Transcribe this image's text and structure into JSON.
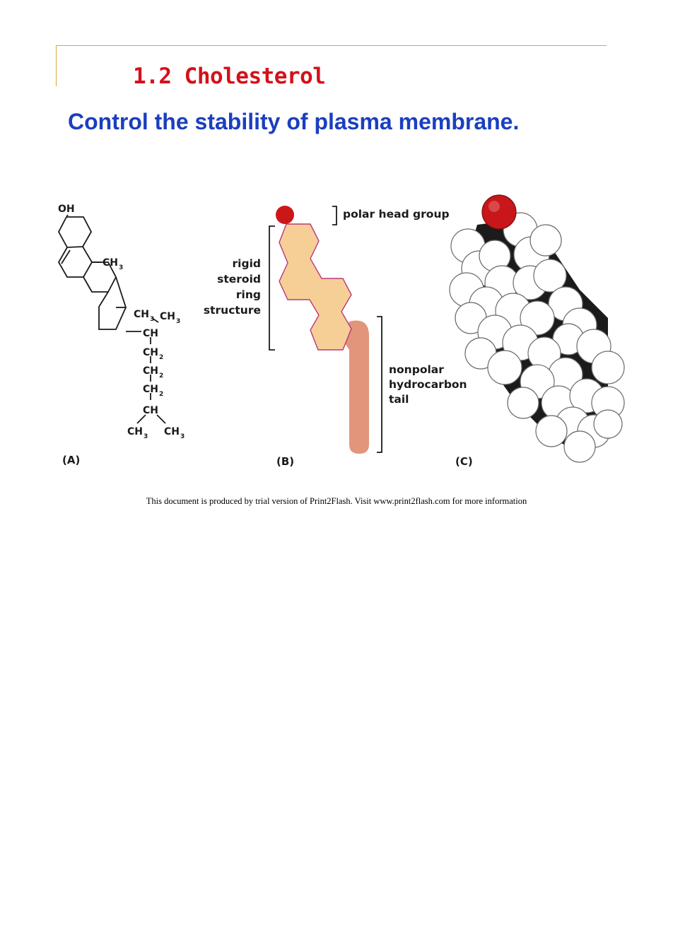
{
  "slide": {
    "title": "1.2 Cholesterol",
    "subtitle": "Control the stability of plasma membrane."
  },
  "figure": {
    "panel_a": {
      "label": "(A)",
      "atoms": {
        "oh": "OH",
        "ch3_ring": "CH",
        "ch3_a": "CH",
        "ch3_b": "CH",
        "ch_1": "CH",
        "ch2_1": "CH",
        "ch2_2": "CH",
        "ch2_3": "CH",
        "ch_2": "CH",
        "ch3_c": "CH",
        "ch3_d": "CH",
        "sub3": "3",
        "sub2": "2"
      }
    },
    "panel_b": {
      "label": "(B)",
      "polar_head": "polar head group",
      "ring_lines": [
        "rigid",
        "steroid",
        "ring",
        "structure"
      ],
      "tail_lines": [
        "nonpolar",
        "hydrocarbon",
        "tail"
      ],
      "colors": {
        "head": "#cc1719",
        "ring_fill": "#f6cf96",
        "ring_stroke": "#b8387c",
        "tail": "#e2957b"
      }
    },
    "panel_c": {
      "label": "(C)",
      "colors": {
        "oxygen": "#c8161a",
        "hydrogen": "#ffffff",
        "carbon": "#1b1b1b"
      }
    }
  },
  "footer": {
    "text": "This document is produced by trial version of Print2Flash. Visit www.print2flash.com for more information"
  }
}
